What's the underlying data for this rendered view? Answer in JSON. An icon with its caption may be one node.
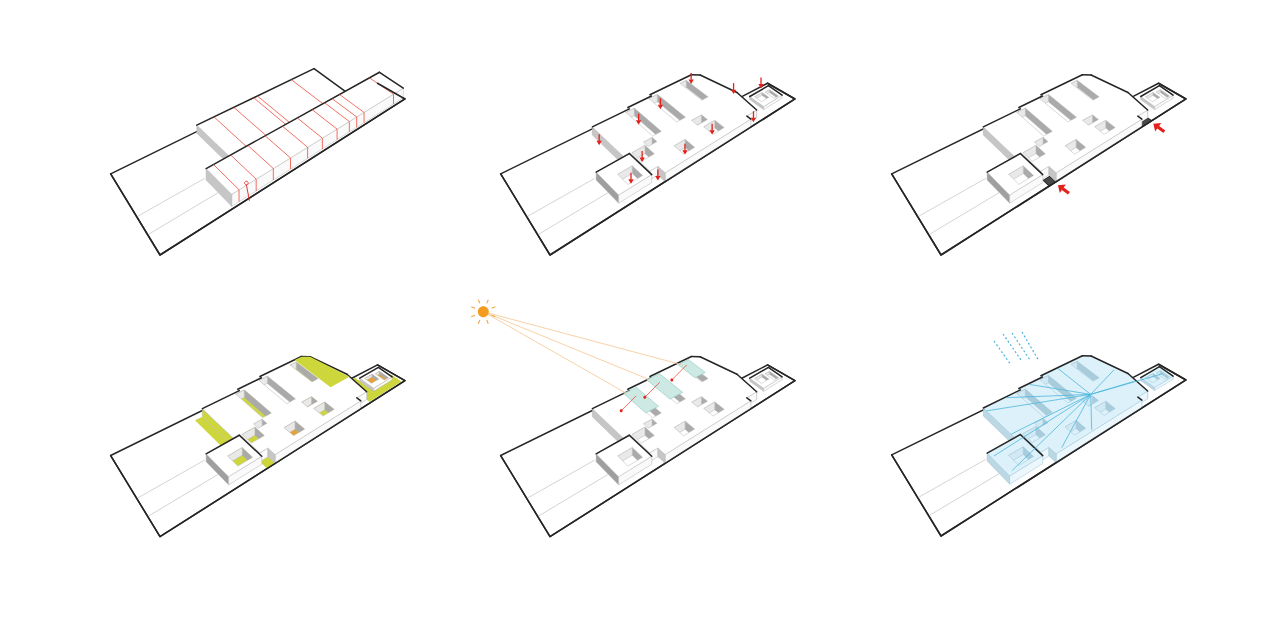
{
  "diagram": {
    "nodes": [
      {
        "text": [],
        "shape": "picture"
      },
      {
        "text": [],
        "shape": "picture"
      },
      {
        "text": [],
        "shape": "picture"
      },
      {
        "text": [],
        "shape": "picture"
      },
      {
        "text": [],
        "shape": "picture"
      },
      {
        "text": [],
        "shape": "picture"
      }
    ]
  }
}
